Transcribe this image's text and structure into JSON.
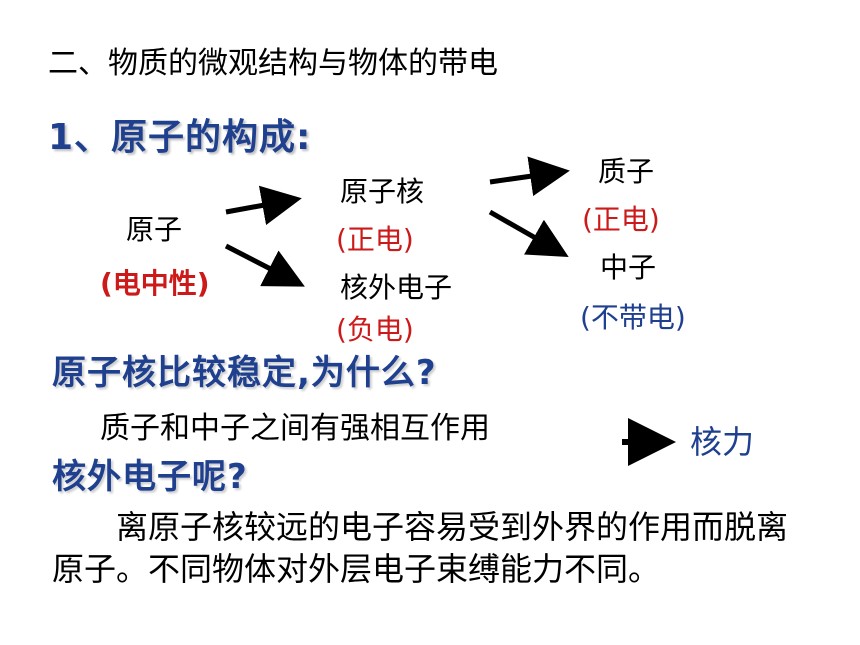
{
  "heading": "二、物质的微观结构与物体的带电",
  "subheading": "1、原子的构成:",
  "diagram": {
    "atom": {
      "label": "原子",
      "charge": "(电中性)"
    },
    "nucleus": {
      "label": "原子核",
      "charge": "(正电)"
    },
    "electron": {
      "label": "核外电子",
      "charge": "(负电)"
    },
    "proton": {
      "label": "质子",
      "charge": "(正电)"
    },
    "neutron": {
      "label": "中子",
      "charge": "(不带电)"
    }
  },
  "q1": "原子核比较稳定,为什么?",
  "a1": "质子和中子之间有强相互作用",
  "force": "核力",
  "q2": "核外电子呢?",
  "paragraph": "离原子核较远的电子容易受到外界的作用而脱离原子。不同物体对外层电子束缚能力不同。",
  "colors": {
    "text": "#000000",
    "heading_blue": "#1f3f8f",
    "accent_red": "#cc1a1a"
  }
}
